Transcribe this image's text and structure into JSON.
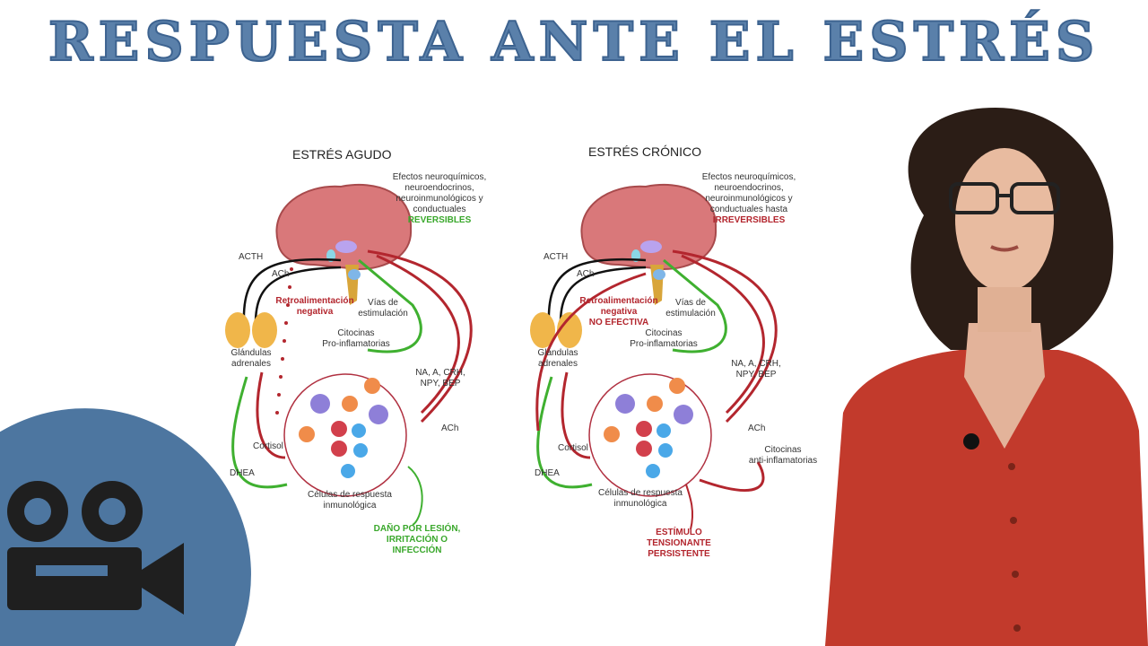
{
  "title": "RESPUESTA ANTE EL ESTRÉS",
  "colors": {
    "title": "#5a80aa",
    "badge": "#4d76a0",
    "sweater": "#c23a2c"
  },
  "icons": {
    "badge": "video-camera-icon"
  },
  "diagrams": [
    {
      "heading": "ESTRÉS AGUDO",
      "effects": [
        "Efectos neuroquímicos,",
        "neuroendocrinos,",
        "neuroinmunológicos y",
        "conductuales"
      ],
      "effects_state": "REVERSIBLES",
      "acth": "ACTH",
      "ach": "ACh",
      "feedback": [
        "Retroalimentación",
        "negativa"
      ],
      "pathways": [
        "Vías de",
        "estimulación"
      ],
      "cytokines": [
        "Citocinas",
        "Pro-inflamatorias"
      ],
      "glands": [
        "Glándulas",
        "adrenales"
      ],
      "mediators": [
        "NA, A, CRH,",
        "NPY, BEP"
      ],
      "ach2": "ACh",
      "cortisol": "Cortisol",
      "dhea": "DHEA",
      "cells": [
        "Células de respuesta",
        "inmunológica"
      ],
      "trigger": [
        "DAÑO POR LESIÓN,",
        "IRRITACIÓN O",
        "INFECCIÓN"
      ]
    },
    {
      "heading": "ESTRÉS CRÓNICO",
      "effects": [
        "Efectos neuroquímicos,",
        "neuroendocrinos,",
        "neuroinmunológicos y",
        "conductuales hasta"
      ],
      "effects_state": "IRREVERSIBLES",
      "acth": "ACTH",
      "ach": "ACh",
      "feedback": [
        "Retroalimentación",
        "negativa",
        "NO EFECTIVA"
      ],
      "pathways": [
        "Vías de",
        "estimulación"
      ],
      "cytokines": [
        "Citocinas",
        "Pro-inflamatorias"
      ],
      "glands": [
        "Glándulas",
        "adrenales"
      ],
      "mediators": [
        "NA, A, CRH,",
        "NPY, BEP"
      ],
      "ach2": "ACh",
      "anti": [
        "Citocinas",
        "anti-inflamatorias"
      ],
      "cortisol": "Cortisol",
      "dhea": "DHEA",
      "cells": [
        "Células de respuesta",
        "inmunológica"
      ],
      "trigger": [
        "ESTÍMULO",
        "TENSIONANTE",
        "PERSISTENTE"
      ]
    }
  ]
}
